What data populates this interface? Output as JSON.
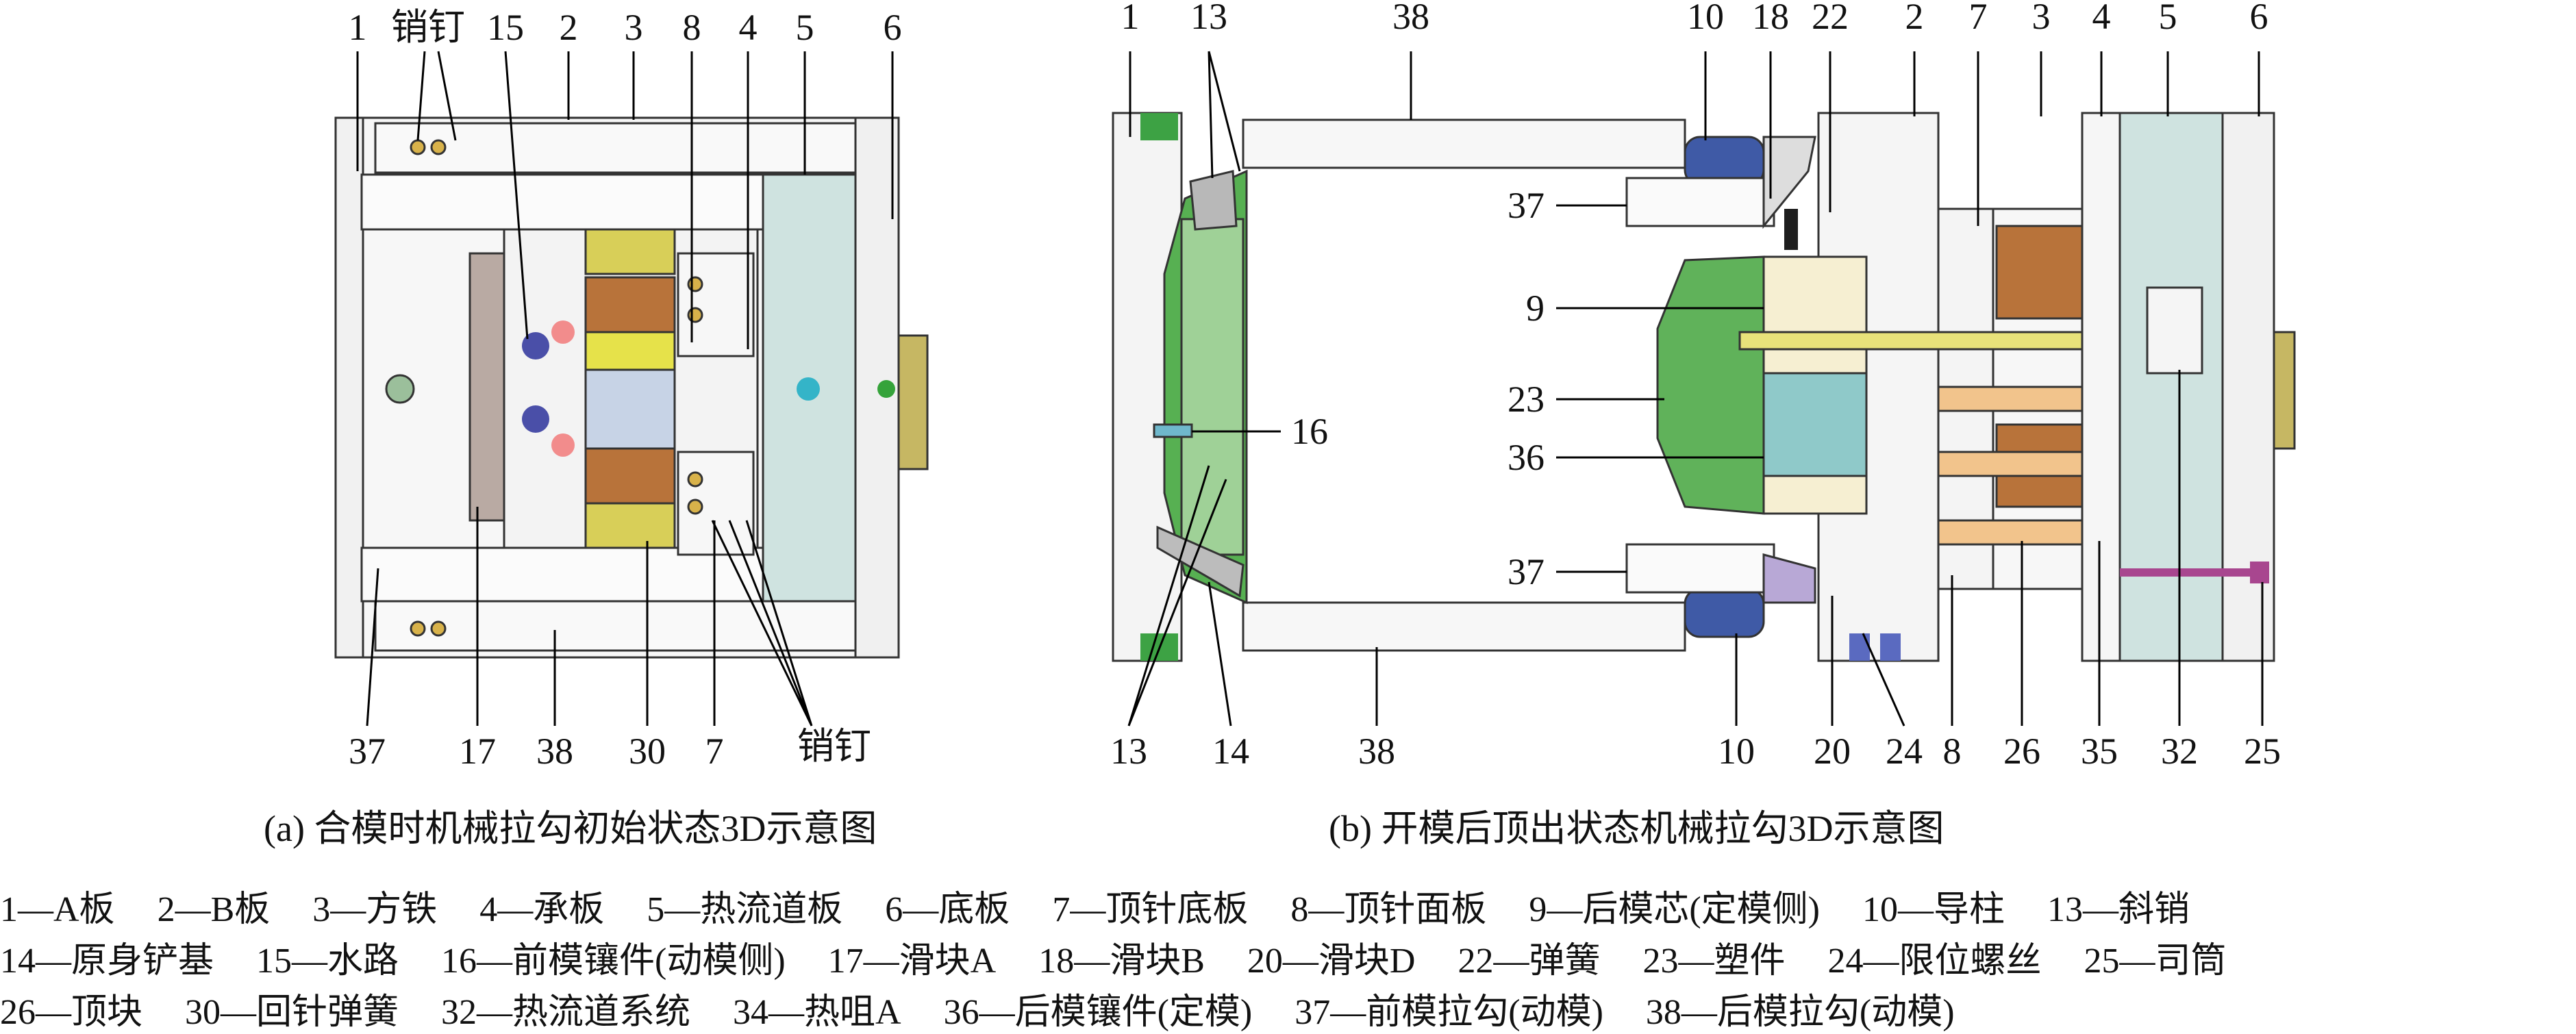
{
  "diagram_a": {
    "caption": "(a) 合模时机械拉勾初始状态3D示意图",
    "top_labels": [
      "1",
      "销钉",
      "15",
      "2",
      "3",
      "8",
      "4",
      "5",
      "6"
    ],
    "bottom_labels": [
      "37",
      "17",
      "38",
      "30",
      "7",
      "销钉"
    ]
  },
  "diagram_b": {
    "caption": "(b) 开模后顶出状态机械拉勾3D示意图",
    "top_labels": [
      "1",
      "13",
      "38",
      "10",
      "18",
      "22",
      "2",
      "7",
      "3",
      "4",
      "5",
      "6"
    ],
    "side_labels": [
      "37",
      "9",
      "23",
      "36",
      "37"
    ],
    "inner_label": "16",
    "bottom_labels": [
      "13",
      "14",
      "38",
      "10",
      "20",
      "24",
      "8",
      "26",
      "35",
      "32",
      "25"
    ]
  },
  "legend": {
    "line1": [
      "1—A板",
      "2—B板",
      "3—方铁",
      "4—承板",
      "5—热流道板",
      "6—底板",
      "7—顶针底板",
      "8—顶针面板",
      "9—后模芯(定模侧)",
      "10—导柱",
      "13—斜销"
    ],
    "line2": [
      "14—原身铲基",
      "15—水路",
      "16—前模镶件(动模侧)",
      "17—滑块A",
      "18—滑块B",
      "20—滑块D",
      "22—弹簧",
      "23—塑件",
      "24—限位螺丝",
      "25—司筒"
    ],
    "line3": [
      "26—顶块",
      "30—回针弹簧",
      "32—热流道系统",
      "34—热咀A",
      "36—后模镶件(定模)",
      "37—前模拉勾(动模)",
      "38—后模拉勾(动模)"
    ]
  },
  "colors": {
    "plate": "#f4f4f4",
    "hot_runner_plate": "#cfe3e0",
    "copper": "#b8733a",
    "spring_yellow": "#d9d63a",
    "mold_green": "#4faa4a",
    "guide_blue": "#3f5aa6",
    "insert_cyan": "#8fc9c9",
    "core_cream": "#f6efd2",
    "ejector_orange": "#f2c48c"
  }
}
